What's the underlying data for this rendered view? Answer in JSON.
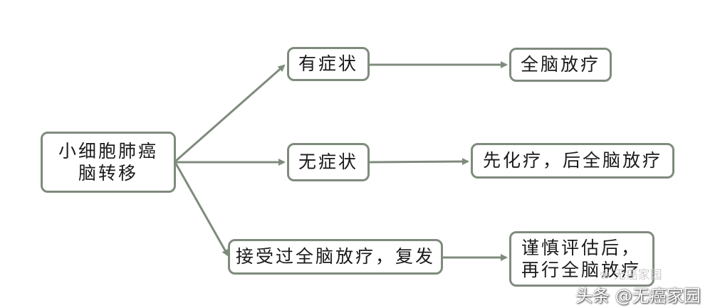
{
  "root": {
    "lines": [
      "小细胞肺癌",
      "脑转移"
    ]
  },
  "conditions": [
    {
      "label": "有症状"
    },
    {
      "label": "无症状"
    },
    {
      "label": "接受过全脑放疗，复发"
    }
  ],
  "treatments": [
    {
      "lines": [
        "全脑放疗"
      ]
    },
    {
      "lines": [
        "先化疗，后全脑放疗"
      ]
    },
    {
      "lines": [
        "谨慎评估后，",
        "再行全脑放疗"
      ]
    }
  ],
  "watermark": {
    "small": "无癌家园",
    "main": "头条 @无癌家园"
  },
  "colors": {
    "border": "#7f8b7d",
    "arrow": "#7f8b7d",
    "text": "#1a1a1a"
  }
}
